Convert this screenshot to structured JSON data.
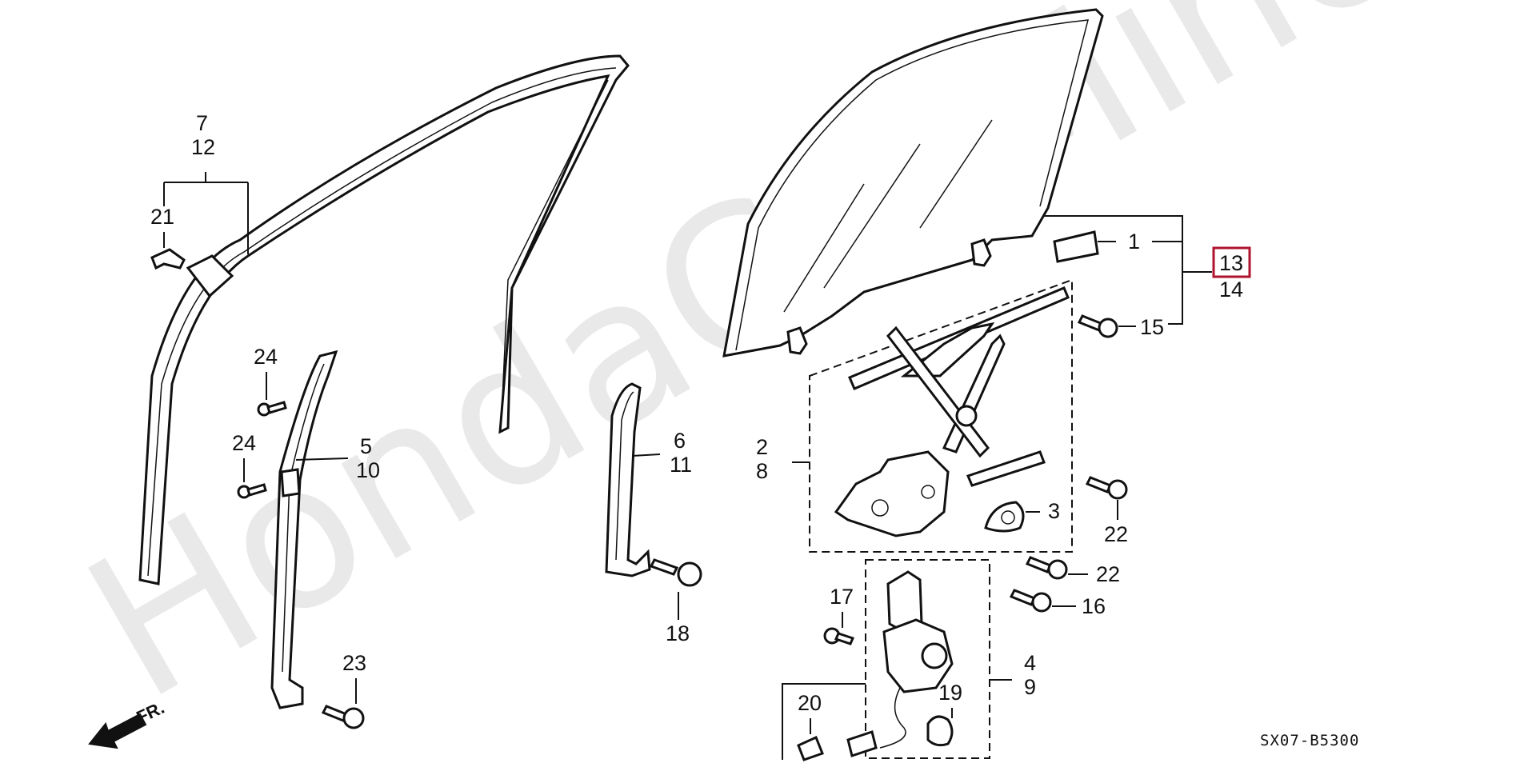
{
  "watermark": "HondaCarMine.ru",
  "diagram_code": "SX07-B5300",
  "direction_label": "FR.",
  "callouts": {
    "c1": "1",
    "c2": "2",
    "c3": "3",
    "c4": "4",
    "c5": "5",
    "c6": "6",
    "c7": "7",
    "c8": "8",
    "c9": "9",
    "c10": "10",
    "c11": "11",
    "c12": "12",
    "c13": "13",
    "c14": "14",
    "c15": "15",
    "c16": "16",
    "c17": "17",
    "c18": "18",
    "c19": "19",
    "c20": "20",
    "c21": "21",
    "c22a": "22",
    "c22b": "22",
    "c23": "23",
    "c24a": "24",
    "c24b": "24"
  },
  "colors": {
    "highlight": "#b0132e",
    "line": "#111111",
    "watermark": "#e9e9e9"
  },
  "icons": {
    "direction": "arrow-left-down-icon"
  }
}
